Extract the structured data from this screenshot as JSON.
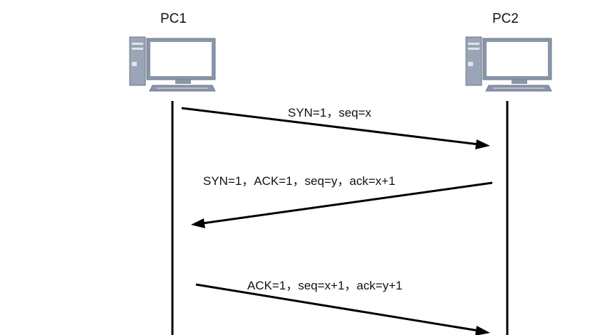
{
  "nodes": {
    "pc1": {
      "label": "PC1",
      "icon": "desktop-computer-icon"
    },
    "pc2": {
      "label": "PC2",
      "icon": "desktop-computer-icon"
    }
  },
  "messages": [
    {
      "label": "SYN=1，seq=x",
      "from": "PC1",
      "to": "PC2"
    },
    {
      "label": "SYN=1，ACK=1，seq=y，ack=x+1",
      "from": "PC2",
      "to": "PC1"
    },
    {
      "label": "ACK=1，seq=x+1，ack=y+1",
      "from": "PC1",
      "to": "PC2"
    }
  ],
  "colors": {
    "line": "#000000",
    "monitor_frame": "#8a95a8",
    "monitor_screen": "#ffffff",
    "tower": "#9aa5b8",
    "keyboard": "#8a95a8"
  }
}
